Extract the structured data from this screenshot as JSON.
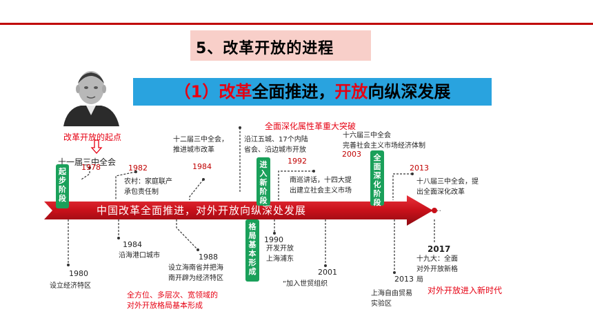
{
  "title": "5、改革开放的进程",
  "banner": {
    "prefix": "（1）",
    "part1": "改革",
    "mid": "全面推进，",
    "part2": "开放",
    "suffix": "向纵深发展"
  },
  "arrow_label": "中国改革全面推进，对外开放向纵深处发展",
  "top_notes": {
    "origin": "改革开放的起点",
    "plenum_1978": "十一届三中全会",
    "y1978": "1978",
    "y1982": "1982",
    "rural_line1": "农村：家庭联产",
    "rural_line2": "承包责任制",
    "y1984": "1984",
    "plenum12_line1": "十二届三中全会，",
    "plenum12_line2": "推进城市改革",
    "coastal_line1": "沿江五城、17个内陆",
    "coastal_line2": "省会、沿边城市开放",
    "deepen_reform": "全面深化属性革重大突破",
    "y1992": "1992",
    "south_line1": "南巡讲话，十四大提",
    "south_line2": "出建立社会主义市场",
    "plenum16_line1": "十六届三中全会",
    "plenum16_line2": "完善社会主义市场经济体制",
    "y2003": "2003",
    "y2013": "2013",
    "plenum18_line1": "十八届三中全会，提",
    "plenum18_line2": "出全面深化改革"
  },
  "stages": {
    "start": [
      "起",
      "步",
      "阶",
      "段"
    ],
    "enter": [
      "进",
      "入",
      "新",
      "阶",
      "段"
    ],
    "pattern": [
      "格",
      "局",
      "基",
      "本",
      "形",
      "成"
    ],
    "deepen": [
      "全",
      "面",
      "深",
      "化",
      "阶",
      "段"
    ]
  },
  "bottom_notes": {
    "y1984": "1984",
    "coast_cities": "沿海港口城市",
    "y1980": "1980",
    "sez": "设立经济特区",
    "y1988": "1988",
    "hainan_line1": "设立海南省并把海",
    "hainan_line2": "南开辟为经济特区",
    "pattern_line1": "全方位、多层次、宽领域的",
    "pattern_line2": "对外开放格局基本形成",
    "y1990": "1990",
    "pudong_line1": "开发开放",
    "pudong_line2": "上海浦东",
    "y2001": "2001",
    "wto": "“加入世贸组织",
    "y2013": "2013",
    "ftz_line1": "上海自由贸易",
    "ftz_line2": "实验区",
    "y2017": "2017",
    "congress19_line1": "十九大：全面",
    "congress19_line2": "对外开放新格",
    "congress19_line3": "局",
    "new_era": "对外开放进入新时代"
  },
  "colors": {
    "accent_red": "#e60012",
    "banner_blue": "#29a3df",
    "title_pink": "#f8cfc9",
    "stage_green": "#1aa05a",
    "arrow_red": "#c8101a"
  }
}
